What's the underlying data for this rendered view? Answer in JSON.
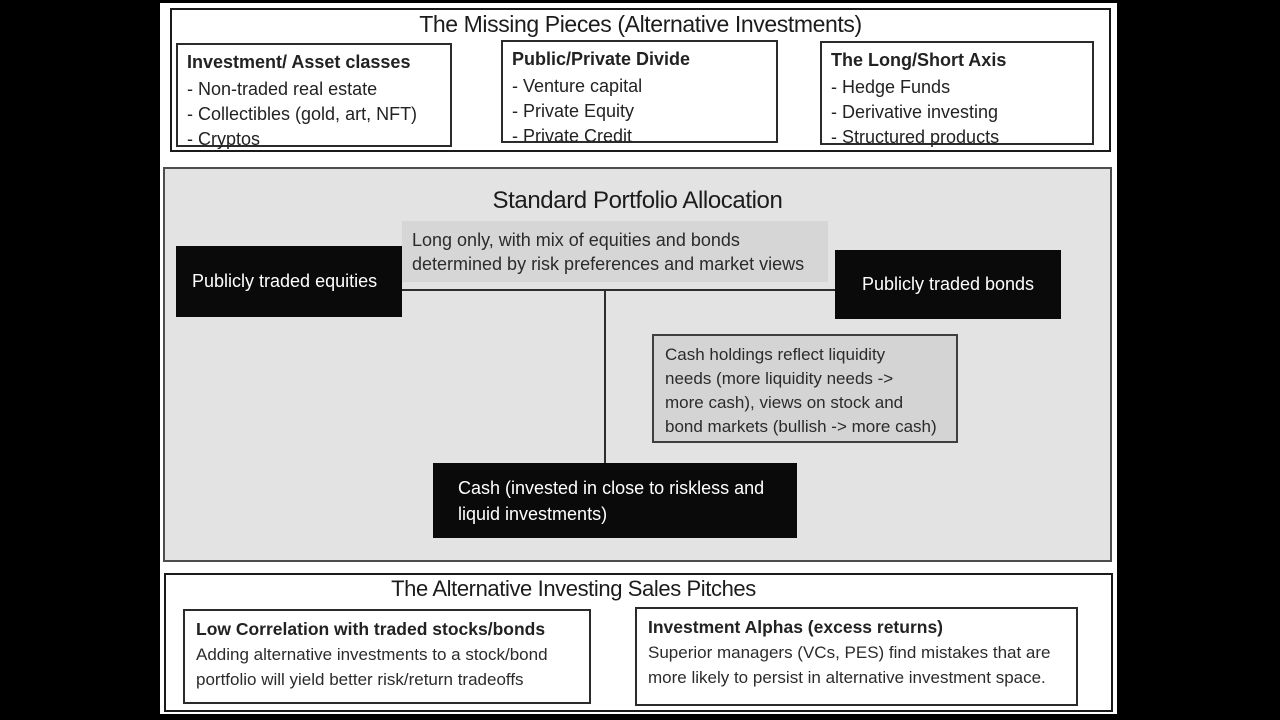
{
  "slide": {
    "top_section": {
      "title": "The Missing Pieces (Alternative Investments)",
      "boxes": [
        {
          "header": "Investment/ Asset classes",
          "items": [
            "- Non-traded real estate",
            "- Collectibles (gold, art, NFT)",
            "- Cryptos"
          ]
        },
        {
          "header": "Public/Private Divide",
          "items": [
            "- Venture capital",
            "- Private Equity",
            "- Private Credit"
          ]
        },
        {
          "header": "The Long/Short Axis",
          "items": [
            "- Hedge Funds",
            "- Derivative investing",
            "- Structured products"
          ]
        }
      ]
    },
    "middle_section": {
      "title": "Standard Portfolio Allocation",
      "allocation_note_lines": [
        "Long only, with mix of equities and bonds",
        "determined by risk preferences and market views"
      ],
      "equities_label": "Publicly traded equities",
      "bonds_label": "Publicly traded bonds",
      "cash_note_lines": [
        "Cash holdings reflect liquidity",
        "needs (more liquidity needs ->",
        "more cash), views on stock and",
        "bond markets (bullish -> more cash)"
      ],
      "cash_label_lines": [
        "Cash (invested in close to riskless and",
        "liquid investments)"
      ]
    },
    "bottom_section": {
      "title": "The Alternative Investing Sales Pitches",
      "pitches": [
        {
          "header": "Low Correlation with traded stocks/bonds",
          "body_lines": [
            "Adding alternative investments to a stock/bond",
            "portfolio will yield better risk/return tradeoffs"
          ]
        },
        {
          "header": "Investment Alphas (excess returns)",
          "body_lines": [
            "Superior managers (VCs, PES) find mistakes that are",
            "more likely to persist in alternative investment space."
          ]
        }
      ]
    },
    "colors": {
      "letterbox": "#000000",
      "backdrop": "#ffffff",
      "section_gray": "#e3e3e3",
      "note_gray": "#d5d5d5",
      "solid_box_black": "#0a0a0a",
      "text_dark": "#222222"
    }
  }
}
